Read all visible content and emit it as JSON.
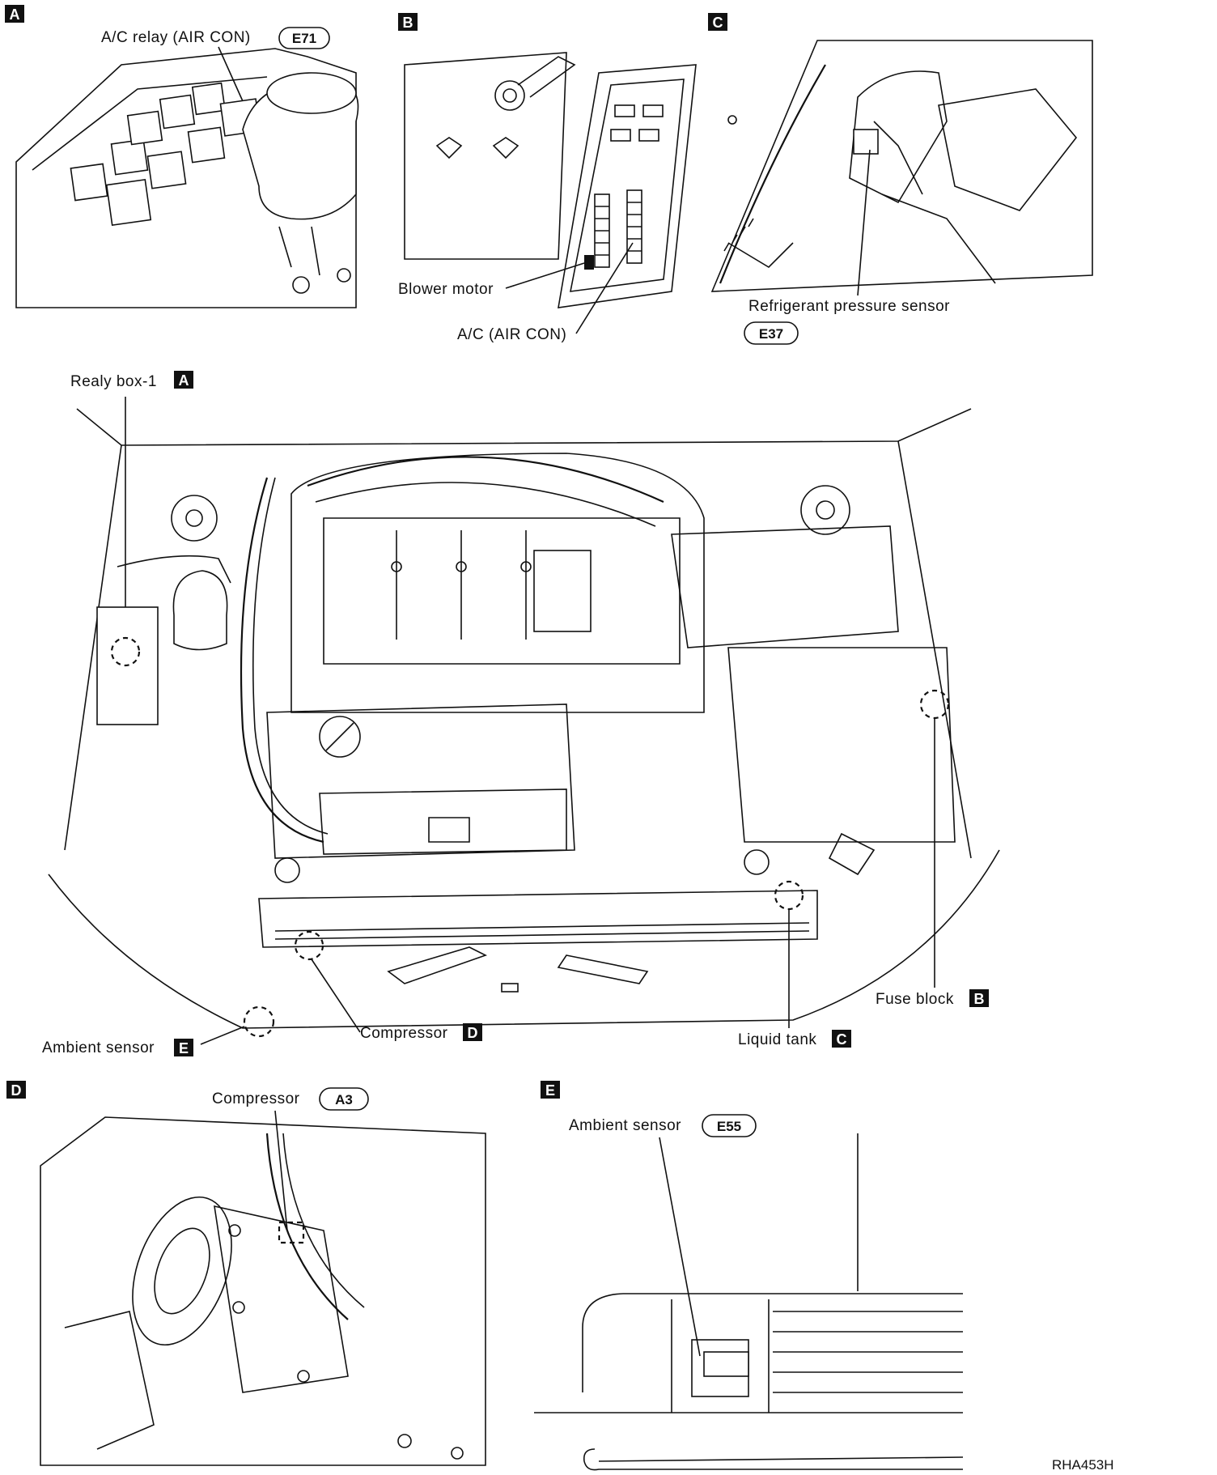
{
  "panels": {
    "A": {
      "letter": "A",
      "label": "A/C relay (AIR CON)",
      "connector": "E71"
    },
    "B": {
      "letter": "B",
      "label_blower": "Blower motor",
      "label_ac": "A/C (AIR CON)"
    },
    "C": {
      "letter": "C",
      "label": "Refrigerant pressure sensor",
      "connector": "E37"
    },
    "D": {
      "letter": "D",
      "label": "Compressor",
      "connector": "A3"
    },
    "E": {
      "letter": "E",
      "label": "Ambient sensor",
      "connector": "E55"
    }
  },
  "main": {
    "relay_box": {
      "label": "Realy box-1",
      "ref": "A"
    },
    "fuse_block": {
      "label": "Fuse block",
      "ref": "B"
    },
    "liquid_tank": {
      "label": "Liquid tank",
      "ref": "C"
    },
    "compressor": {
      "label": "Compressor",
      "ref": "D"
    },
    "ambient_sensor": {
      "label": "Ambient sensor",
      "ref": "E"
    }
  },
  "figure_ref": "RHA453H"
}
